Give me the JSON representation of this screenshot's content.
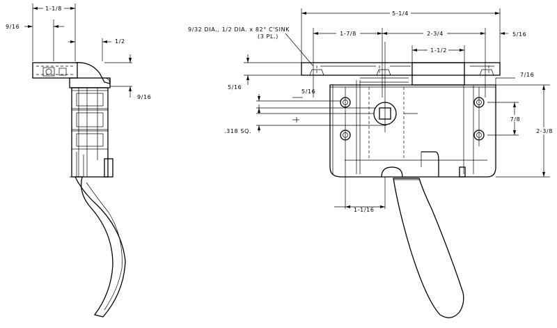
{
  "side_view": {
    "dims": {
      "width_top": "1-1/8",
      "left_offset": "9/16",
      "hook_offset": "1/2",
      "plate_offset": "9/16"
    }
  },
  "front_view": {
    "dims": {
      "overall_width": "5-1/4",
      "hole_spacing_left": "1-7/8",
      "hole_spacing_main": "2-3/4",
      "right_edge": "5/16",
      "center_block": "1-1/2",
      "plate_thickness": "5/16",
      "hole_offset": "5/16",
      "square_hole": ".318 SQ.",
      "right_top": "7/16",
      "right_vertical": "7/8",
      "body_height": "2-3/8",
      "bottom_offset": "1-1/16"
    },
    "callout": {
      "line1": "9/32 DIA., 1/2 DIA. x 82° C'SINK",
      "line2": "(3 PL.)"
    }
  }
}
